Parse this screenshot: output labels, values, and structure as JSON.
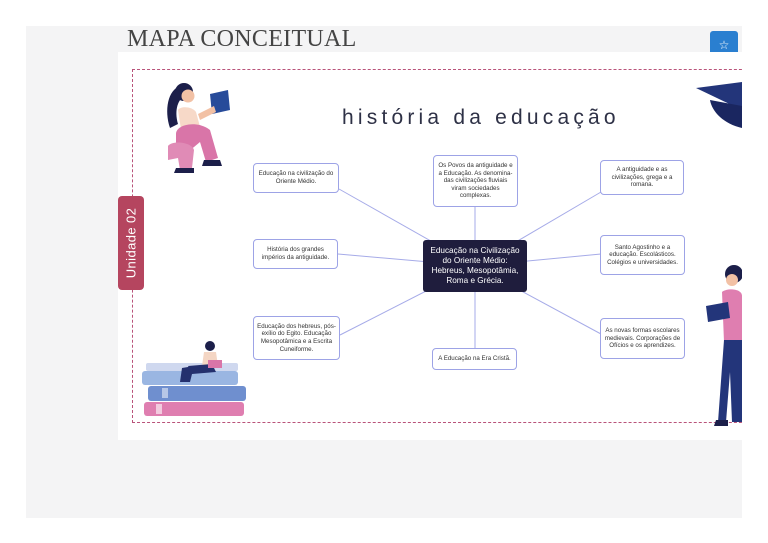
{
  "page": {
    "title": "MAPA CONCEITUAL",
    "star_icon": "star-icon",
    "star_glyph": "☆"
  },
  "map": {
    "unit_label": "Unidade 02",
    "heading": "história da educação",
    "center": "Educação na Civilização do Oriente Médio: Hebreus, Mesopotâmia, Roma e Grécia.",
    "nodes": {
      "top_left": "Educação na civilização do Oriente Médio.",
      "top_center": "Os Povos da antiguidade e a Educação. As denomina-das civilizações fluviais viram sociedades complexas.",
      "top_right": "A antiguidade e as civilizações, grega e a romana.",
      "mid_left": "História dos grandes impérios da antiguidade.",
      "mid_right": "Santo Agostinho e a educação. Escolásticos. Colégios e universidades.",
      "bottom_left": "Educação dos hebreus, pós-exílio do Egito. Educação Mesopotâmica e a Escrita Cuneiforme.",
      "bottom_center": "A Educação na Era Cristã.",
      "bottom_right": "As novas formas escolares medievais. Corporações de Ofícios e os aprendizes."
    }
  },
  "colors": {
    "accent": "#2a7fd0",
    "unit_tab": "#b5455f",
    "center_node": "#1f1d3d",
    "node_border": "#9da3e6",
    "dashed_border": "#b9537a"
  }
}
